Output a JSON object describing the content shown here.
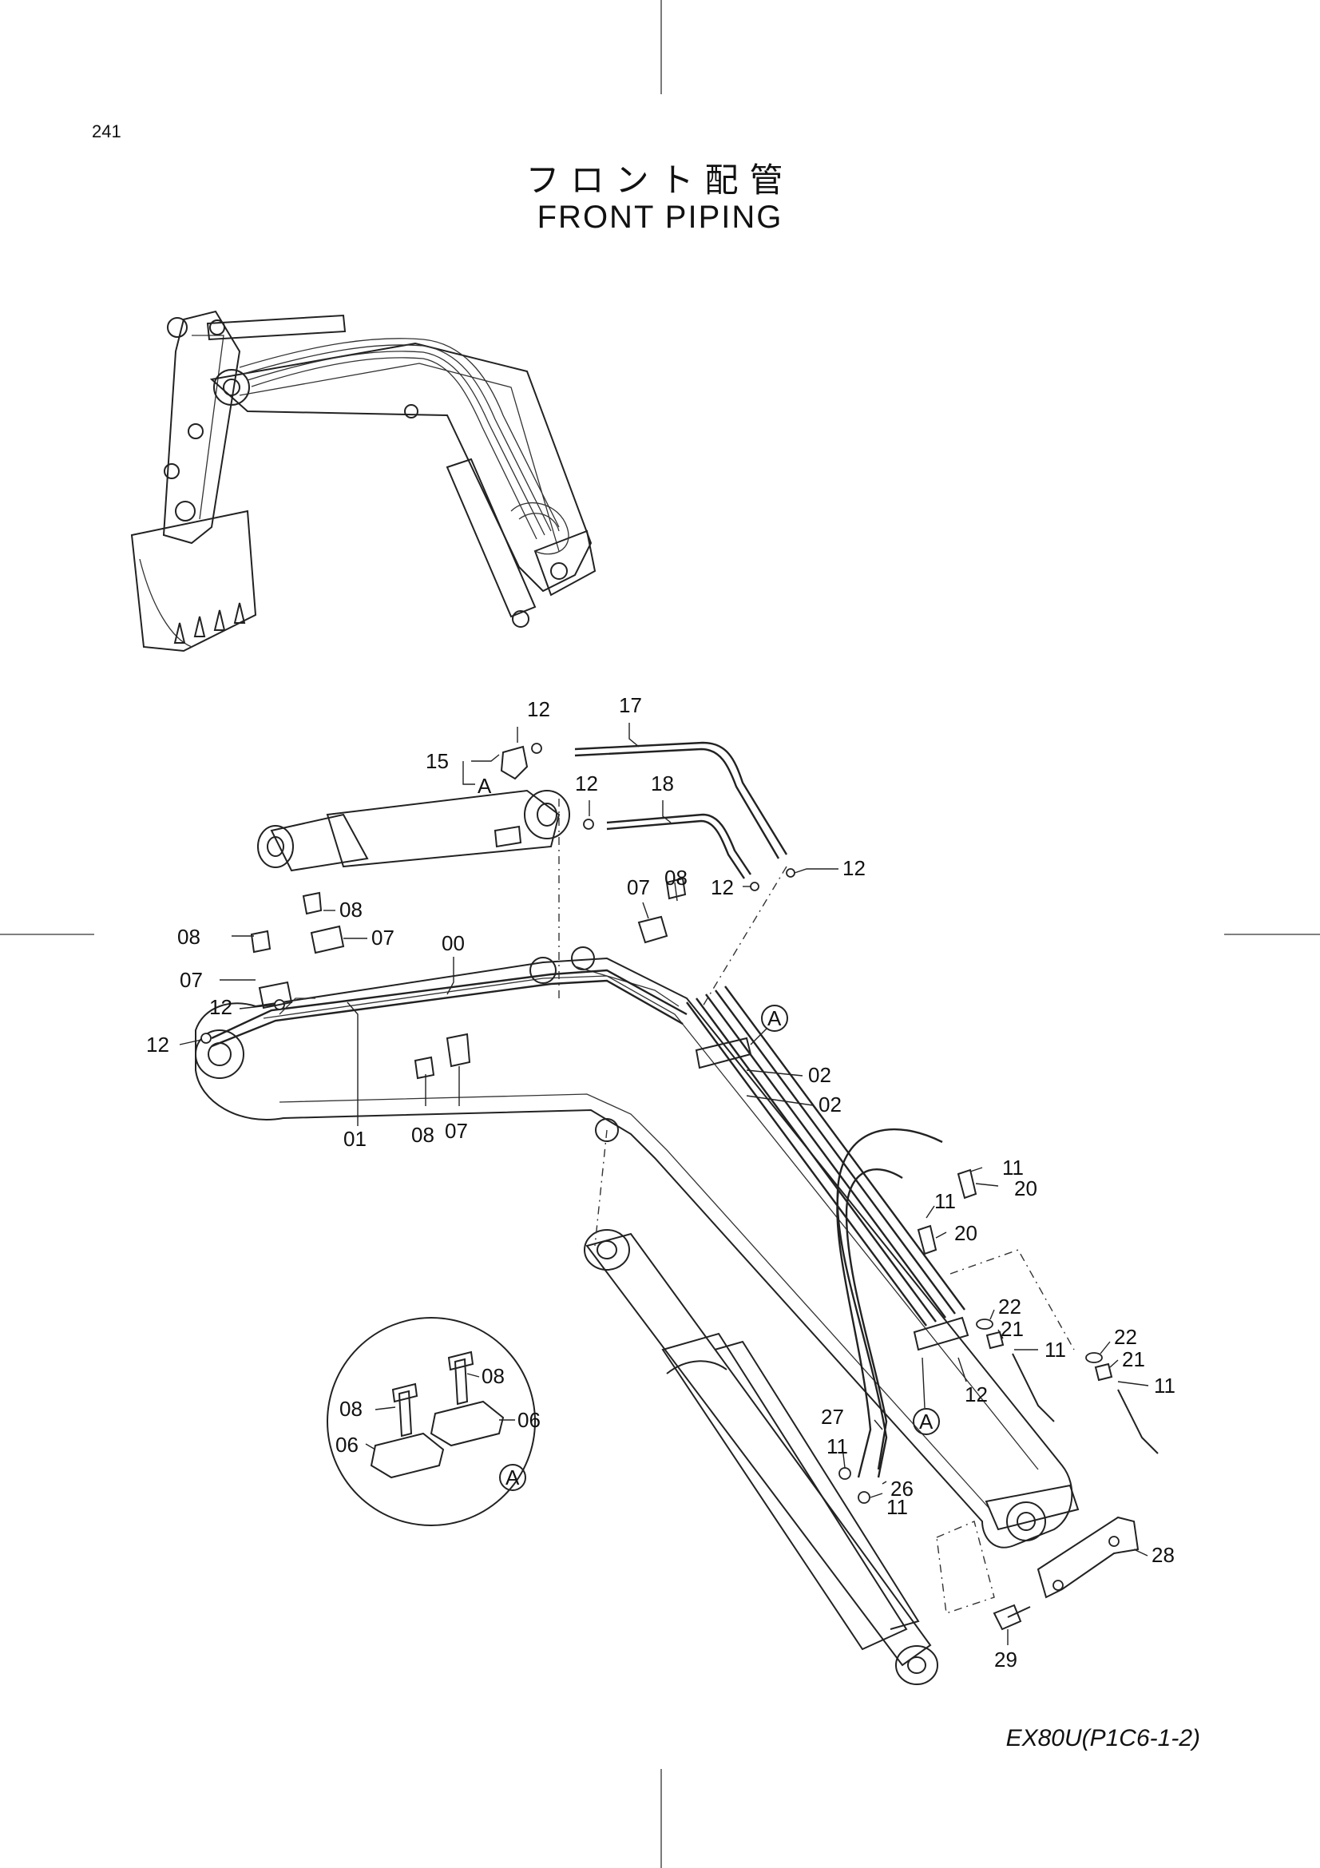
{
  "page": {
    "number": "241",
    "title_jp": "フロント配管",
    "title_en": "FRONT PIPING",
    "model_code": "EX80U(P1C6-1-2)"
  },
  "callouts": {
    "c00": "00",
    "c01": "01",
    "c02a": "02",
    "c02b": "02",
    "c06a": "06",
    "c06b": "06",
    "c07a": "07",
    "c07b": "07",
    "c07c": "07",
    "c07d": "07",
    "c08a": "08",
    "c08b": "08",
    "c08c": "08",
    "c08d": "08",
    "c08e": "08",
    "c08f": "08",
    "c11a": "11",
    "c11b": "11",
    "c11c": "11",
    "c11d": "11",
    "c11e": "11",
    "c11f": "11",
    "c12a": "12",
    "c12b": "12",
    "c12c": "12",
    "c12d": "12",
    "c12e": "12",
    "c12f": "12",
    "c12g": "12",
    "c15": "15",
    "c17": "17",
    "c18": "18",
    "c20a": "20",
    "c20b": "20",
    "c21a": "21",
    "c21b": "21",
    "c22a": "22",
    "c22b": "22",
    "c26": "26",
    "c27": "27",
    "c28": "28",
    "c29": "29",
    "refA1": "A",
    "refA2": "A",
    "refA3": "A",
    "refA4": "A"
  }
}
